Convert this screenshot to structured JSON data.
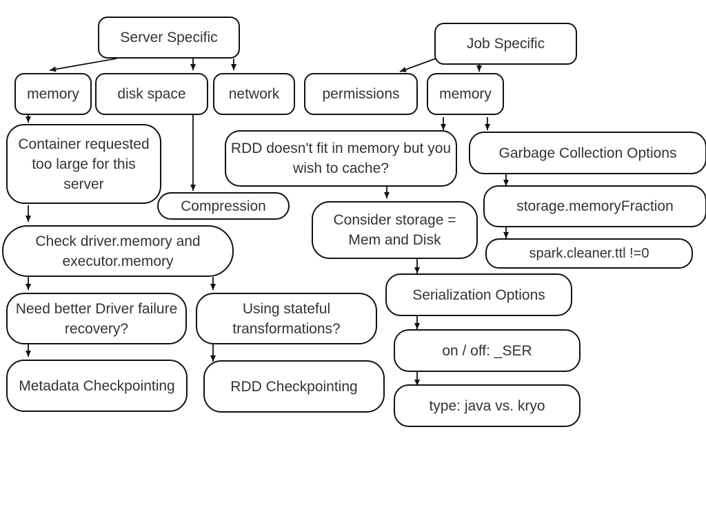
{
  "diagram": {
    "colors": {
      "stroke": "#111111",
      "text": "#333333",
      "background": "#ffffff"
    },
    "nodes": {
      "server_specific": "Server Specific",
      "job_specific": "Job Specific",
      "memory_server": "memory",
      "disk_space": "disk space",
      "network": "network",
      "permissions": "permissions",
      "memory_job": "memory",
      "container_too_large": "Container requested too large for this server",
      "compression": "Compression",
      "check_driver_executor_memory": "Check driver.memory and executor.memory",
      "need_better_driver_recovery": "Need better Driver failure recovery?",
      "metadata_checkpointing": "Metadata Checkpointing",
      "using_stateful_transformations": "Using stateful transformations?",
      "rdd_checkpointing": "RDD Checkpointing",
      "rdd_doesnt_fit": "RDD doesn't fit in memory but you wish to cache?",
      "consider_storage": "Consider storage = Mem and Disk",
      "serialization_options": "Serialization Options",
      "on_off_ser": "on / off: _SER",
      "type_java_kryo": "type: java vs. kryo",
      "garbage_collection_options": "Garbage Collection Options",
      "storage_memory_fraction": "storage.memoryFraction",
      "spark_cleaner_ttl": "spark.cleaner.ttl !=0"
    },
    "edges": [
      [
        "server_specific",
        "memory_server"
      ],
      [
        "server_specific",
        "disk_space"
      ],
      [
        "server_specific",
        "network"
      ],
      [
        "memory_server",
        "container_too_large"
      ],
      [
        "disk_space",
        "compression"
      ],
      [
        "container_too_large",
        "check_driver_executor_memory"
      ],
      [
        "check_driver_executor_memory",
        "need_better_driver_recovery"
      ],
      [
        "check_driver_executor_memory",
        "using_stateful_transformations"
      ],
      [
        "need_better_driver_recovery",
        "metadata_checkpointing"
      ],
      [
        "using_stateful_transformations",
        "rdd_checkpointing"
      ],
      [
        "job_specific",
        "permissions"
      ],
      [
        "job_specific",
        "memory_job"
      ],
      [
        "memory_job",
        "rdd_doesnt_fit"
      ],
      [
        "memory_job",
        "garbage_collection_options"
      ],
      [
        "rdd_doesnt_fit",
        "consider_storage"
      ],
      [
        "consider_storage",
        "serialization_options"
      ],
      [
        "serialization_options",
        "on_off_ser"
      ],
      [
        "on_off_ser",
        "type_java_kryo"
      ],
      [
        "garbage_collection_options",
        "storage_memory_fraction"
      ],
      [
        "storage_memory_fraction",
        "spark_cleaner_ttl"
      ]
    ]
  }
}
